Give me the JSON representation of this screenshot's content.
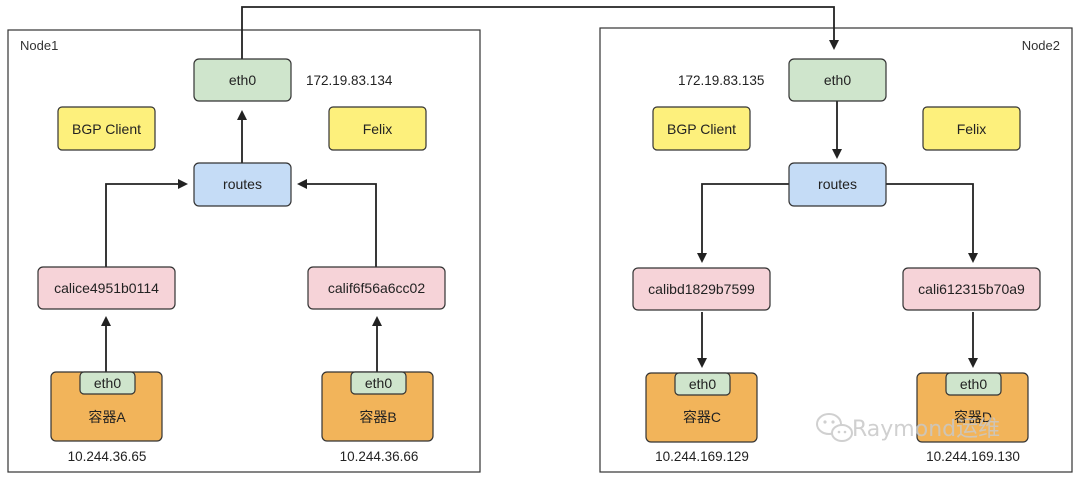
{
  "nodes": {
    "node1": {
      "title": "Node1",
      "eth0_label": "eth0",
      "eth0_ip": "172.19.83.134",
      "bgp_label": "BGP Client",
      "felix_label": "Felix",
      "routes_label": "routes",
      "cali_left": "calice4951b0114",
      "cali_right": "calif6f56a6cc02",
      "container_left": {
        "eth0": "eth0",
        "name": "容器A",
        "ip": "10.244.36.65"
      },
      "container_right": {
        "eth0": "eth0",
        "name": "容器B",
        "ip": "10.244.36.66"
      }
    },
    "node2": {
      "title": "Node2",
      "eth0_label": "eth0",
      "eth0_ip": "172.19.83.135",
      "bgp_label": "BGP Client",
      "felix_label": "Felix",
      "routes_label": "routes",
      "cali_left": "calibd1829b7599",
      "cali_right": "cali612315b70a9",
      "container_left": {
        "eth0": "eth0",
        "name": "容器C",
        "ip": "10.244.169.129"
      },
      "container_right": {
        "eth0": "eth0",
        "name": "容器D",
        "ip": "10.244.169.130"
      }
    }
  },
  "watermark": "Raymond运维",
  "colors": {
    "eth0": "#cfe5cc",
    "eth0_border": "#333333",
    "yellow": "#fdf07c",
    "routes": "#c5dcf6",
    "cali": "#f6d3d8",
    "container": "#f2b45a",
    "line": "#222222"
  }
}
